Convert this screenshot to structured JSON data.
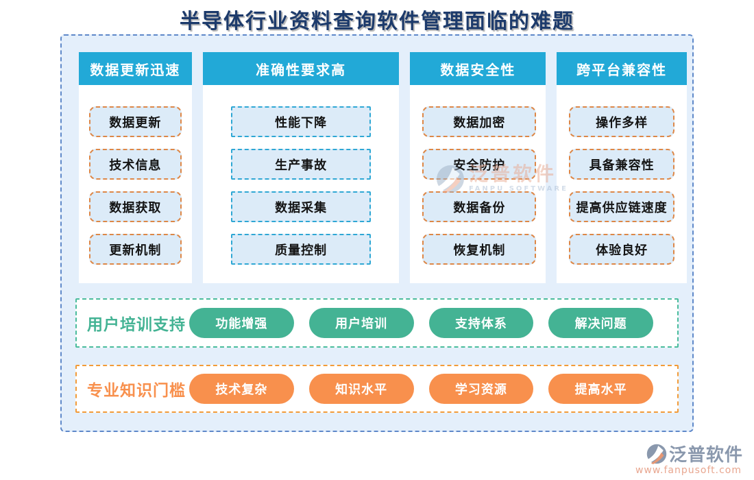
{
  "title": "半导体行业资料查询软件管理面临的难题",
  "columns": [
    {
      "header": "数据更新迅速",
      "style": "orange",
      "items": [
        "数据更新",
        "技术信息",
        "数据获取",
        "更新机制"
      ]
    },
    {
      "header": "准确性要求高",
      "style": "cyan",
      "items": [
        "性能下降",
        "生产事故",
        "数据采集",
        "质量控制"
      ]
    },
    {
      "header": "数据安全性",
      "style": "orange",
      "items": [
        "数据加密",
        "安全防护",
        "数据备份",
        "恢复机制"
      ]
    },
    {
      "header": "跨平台兼容性",
      "style": "orange",
      "items": [
        "操作多样",
        "具备兼容性",
        "提高供应链速度",
        "体验良好"
      ]
    }
  ],
  "bands": [
    {
      "label": "用户培训支持",
      "theme": "green",
      "pills": [
        "功能增强",
        "用户培训",
        "支持体系",
        "解决问题"
      ]
    },
    {
      "label": "专业知识门槛",
      "theme": "orange",
      "pills": [
        "技术复杂",
        "知识水平",
        "学习资源",
        "提高水平"
      ]
    }
  ],
  "watermark": {
    "brand": "泛普软件",
    "subtitle": "FANPU SOFTWARE"
  },
  "footer": {
    "brand": "泛普软件",
    "url": "www.fanpusoft.com"
  },
  "colors": {
    "title": "#1c3a6b",
    "header_bg": "#22a9d7",
    "panel_bg": "#e4effb",
    "panel_border": "#5e88c9",
    "item_bg": "#dcebf8",
    "item_border_orange": "#dd8747",
    "item_border_cyan": "#2ea7d4",
    "green": "#44b394",
    "orange": "#f8904d",
    "band_border_green": "#4abc9c",
    "band_border_orange": "#f29b38"
  }
}
